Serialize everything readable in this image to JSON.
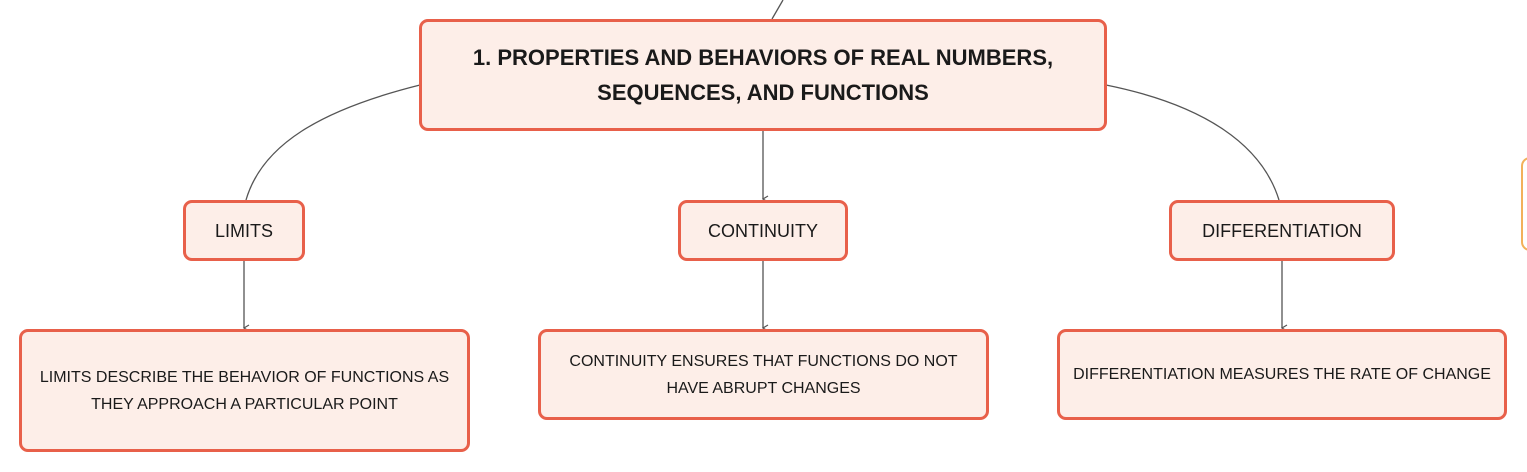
{
  "diagram": {
    "root": {
      "label": "1. PROPERTIES AND BEHAVIORS OF REAL NUMBERS, SEQUENCES, AND FUNCTIONS"
    },
    "topics": [
      {
        "label": "LIMITS",
        "detail": "LIMITS DESCRIBE THE BEHAVIOR OF FUNCTIONS AS THEY APPROACH A PARTICULAR POINT"
      },
      {
        "label": "CONTINUITY",
        "detail": "CONTINUITY ENSURES THAT FUNCTIONS DO NOT HAVE ABRUPT CHANGES"
      },
      {
        "label": "DIFFERENTIATION",
        "detail": "DIFFERENTIATION MEASURES THE RATE OF CHANGE"
      }
    ],
    "colors": {
      "node_border": "#e8604a",
      "node_fill": "#fdeee8",
      "connector": "#555555",
      "offscreen_node_border": "#f2b15a"
    }
  }
}
